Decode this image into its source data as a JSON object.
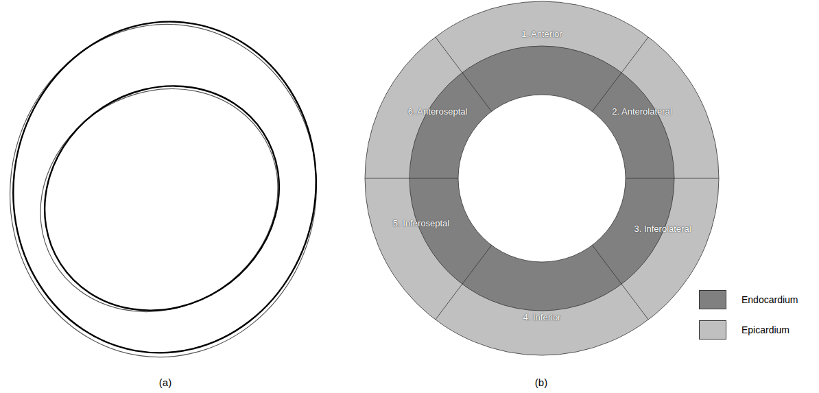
{
  "diagram": {
    "labels": [
      "1. Anterior",
      "2. Anterolateral",
      "3. Inferolateral",
      "4. Inferior",
      "5. Inferoseptal",
      "6. Anteroseptal",
      "(a)",
      "(b)"
    ],
    "legend": [
      {
        "text": "Endocardium",
        "color": "#808080"
      },
      {
        "text": "Epicardium",
        "color": "#c0c0c0"
      }
    ]
  }
}
